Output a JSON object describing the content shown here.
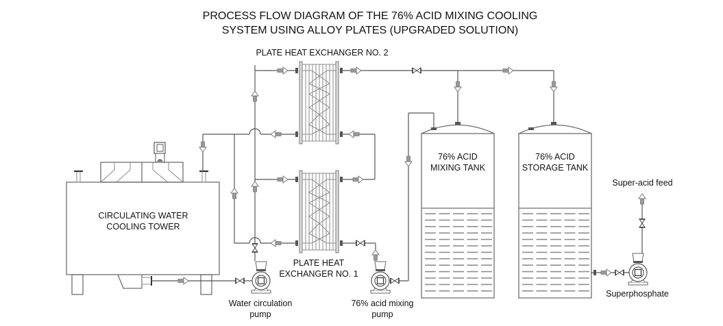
{
  "diagram": {
    "title_line1": "PROCESS FLOW DIAGRAM OF THE 76% ACID MIXING COOLING",
    "title_line2": "SYSTEM USING ALLOY PLATES (UPGRADED SOLUTION)",
    "equipment": {
      "cooling_tower": {
        "line1": "CIRCULATING WATER",
        "line2": "COOLING TOWER"
      },
      "phe2": {
        "label": "PLATE HEAT EXCHANGER NO. 2"
      },
      "phe1": {
        "line1": "PLATE HEAT",
        "line2": "EXCHANGER NO. 1"
      },
      "mixing_tank": {
        "line1": "76% ACID",
        "line2": "MIXING TANK"
      },
      "storage_tank": {
        "line1": "76% ACID",
        "line2": "STORAGE TANK"
      },
      "water_pump": {
        "line1": "Water circulation",
        "line2": "pump"
      },
      "acid_pump": {
        "line1": "76% acid mixing",
        "line2": "pump"
      },
      "superphosphate_pump": {
        "line1": "Superphosphate"
      }
    },
    "streams": {
      "super_acid_feed": "Super-acid feed"
    },
    "colors": {
      "line": "#6e6e6e",
      "text": "#111111",
      "background": "#ffffff"
    }
  }
}
